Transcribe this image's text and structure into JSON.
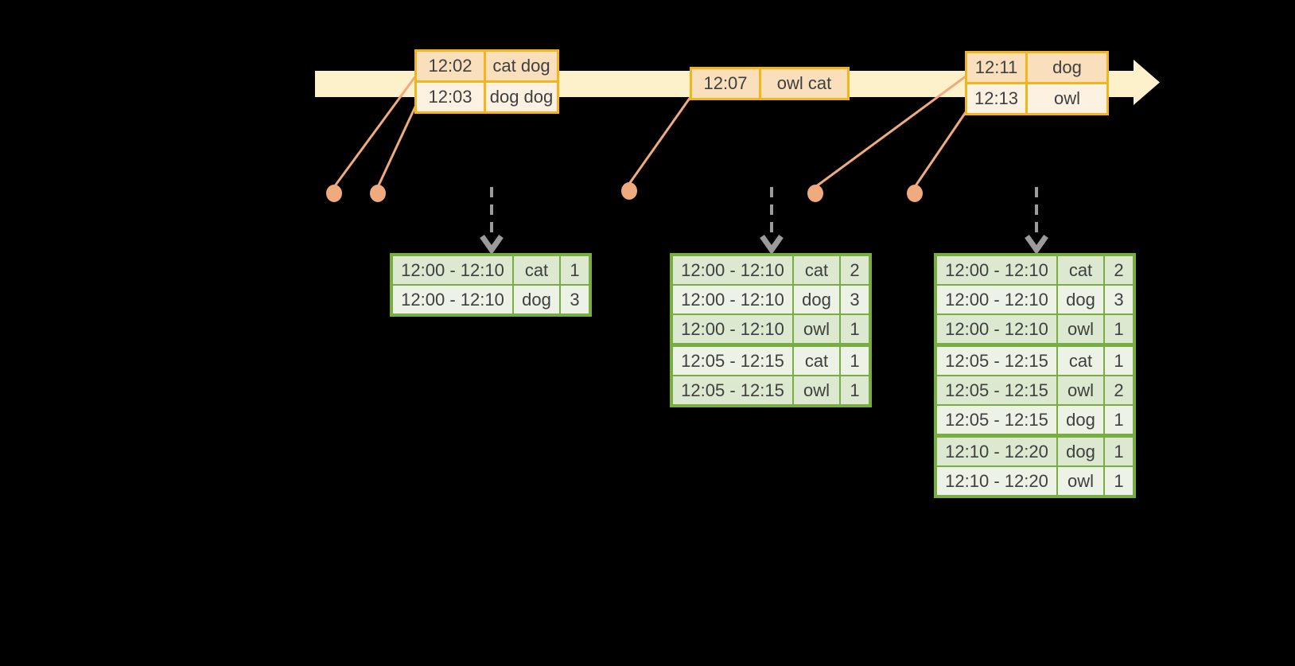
{
  "colors": {
    "background": "#000000",
    "timeline_fill": "#FCF1CB",
    "event_border": "#F2B51D",
    "event_row_dark": "#FADFBD",
    "event_row_light": "#FDF2E2",
    "connector": "#EFAA7E",
    "result_border": "#77AD41",
    "result_row_dark": "#DCE8CF",
    "result_row_light": "#EDF2E7",
    "arrow_gray": "#9B9B9B",
    "text": "#3F3F3F"
  },
  "event_tables": [
    {
      "rows": [
        {
          "time": "12:02",
          "words": "cat dog"
        },
        {
          "time": "12:03",
          "words": "dog dog"
        }
      ]
    },
    {
      "rows": [
        {
          "time": "12:07",
          "words": "owl cat"
        }
      ]
    },
    {
      "rows": [
        {
          "time": "12:11",
          "words": "dog"
        },
        {
          "time": "12:13",
          "words": "owl"
        }
      ]
    }
  ],
  "result_tables": [
    {
      "group_breaks": [],
      "rows": [
        {
          "window": "12:00 - 12:10",
          "word": "cat",
          "count": "1"
        },
        {
          "window": "12:00 - 12:10",
          "word": "dog",
          "count": "3"
        }
      ]
    },
    {
      "group_breaks": [
        3
      ],
      "rows": [
        {
          "window": "12:00 - 12:10",
          "word": "cat",
          "count": "2"
        },
        {
          "window": "12:00 - 12:10",
          "word": "dog",
          "count": "3"
        },
        {
          "window": "12:00 - 12:10",
          "word": "owl",
          "count": "1"
        },
        {
          "window": "12:05 - 12:15",
          "word": "cat",
          "count": "1"
        },
        {
          "window": "12:05 - 12:15",
          "word": "owl",
          "count": "1"
        }
      ]
    },
    {
      "group_breaks": [
        3,
        6
      ],
      "rows": [
        {
          "window": "12:00 - 12:10",
          "word": "cat",
          "count": "2"
        },
        {
          "window": "12:00 - 12:10",
          "word": "dog",
          "count": "3"
        },
        {
          "window": "12:00 - 12:10",
          "word": "owl",
          "count": "1"
        },
        {
          "window": "12:05 - 12:15",
          "word": "cat",
          "count": "1"
        },
        {
          "window": "12:05 - 12:15",
          "word": "owl",
          "count": "2"
        },
        {
          "window": "12:05 - 12:15",
          "word": "dog",
          "count": "1"
        },
        {
          "window": "12:10 - 12:20",
          "word": "dog",
          "count": "1"
        },
        {
          "window": "12:10 - 12:20",
          "word": "owl",
          "count": "1"
        }
      ]
    }
  ]
}
